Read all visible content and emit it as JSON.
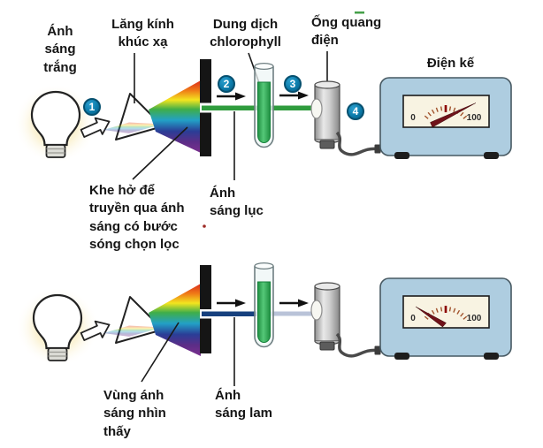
{
  "diagram": {
    "labels": {
      "white_light": "Ánh\nsáng\ntrắng",
      "prism": "Lăng kính\nkhúc xạ",
      "chlorophyll": "Dung dịch\nchlorophyll",
      "phototube": "Ống quang\nđiện",
      "galvanometer": "Điện kế",
      "slit": "Khe hở để\ntruyền qua ánh\nsáng có bước\nsóng chọn lọc",
      "green_light": "Ánh\nsáng lục",
      "visible_light_region": "Vùng ánh\nsáng nhìn\nthấy",
      "blue_light": "Ánh\nsáng lam"
    },
    "steps": [
      "1",
      "2",
      "3",
      "4"
    ],
    "meter": {
      "min": "0",
      "max": "100"
    },
    "meter_readings": {
      "top": "needle near 100 (green light transmitted)",
      "bottom": "needle near 0 (blue light absorbed)"
    },
    "colors": {
      "step_badge": "#0c7cab",
      "green_beam": "#2f9c3d",
      "blue_beam": "#16407e",
      "attenuated_beam": "#b9c3d8",
      "chlorophyll_solution": "#2f9c4f",
      "meter_body": "#aecde0",
      "meter_face": "#f8f3e2",
      "needle": "#70121a",
      "barrier": "#151515",
      "bulb_glow": "#f7e8b4",
      "spectrum": [
        "#dc2a1c",
        "#ef7c17",
        "#f3e51f",
        "#3fae49",
        "#22a0c6",
        "#2a3e97",
        "#7b2f8e"
      ]
    }
  }
}
